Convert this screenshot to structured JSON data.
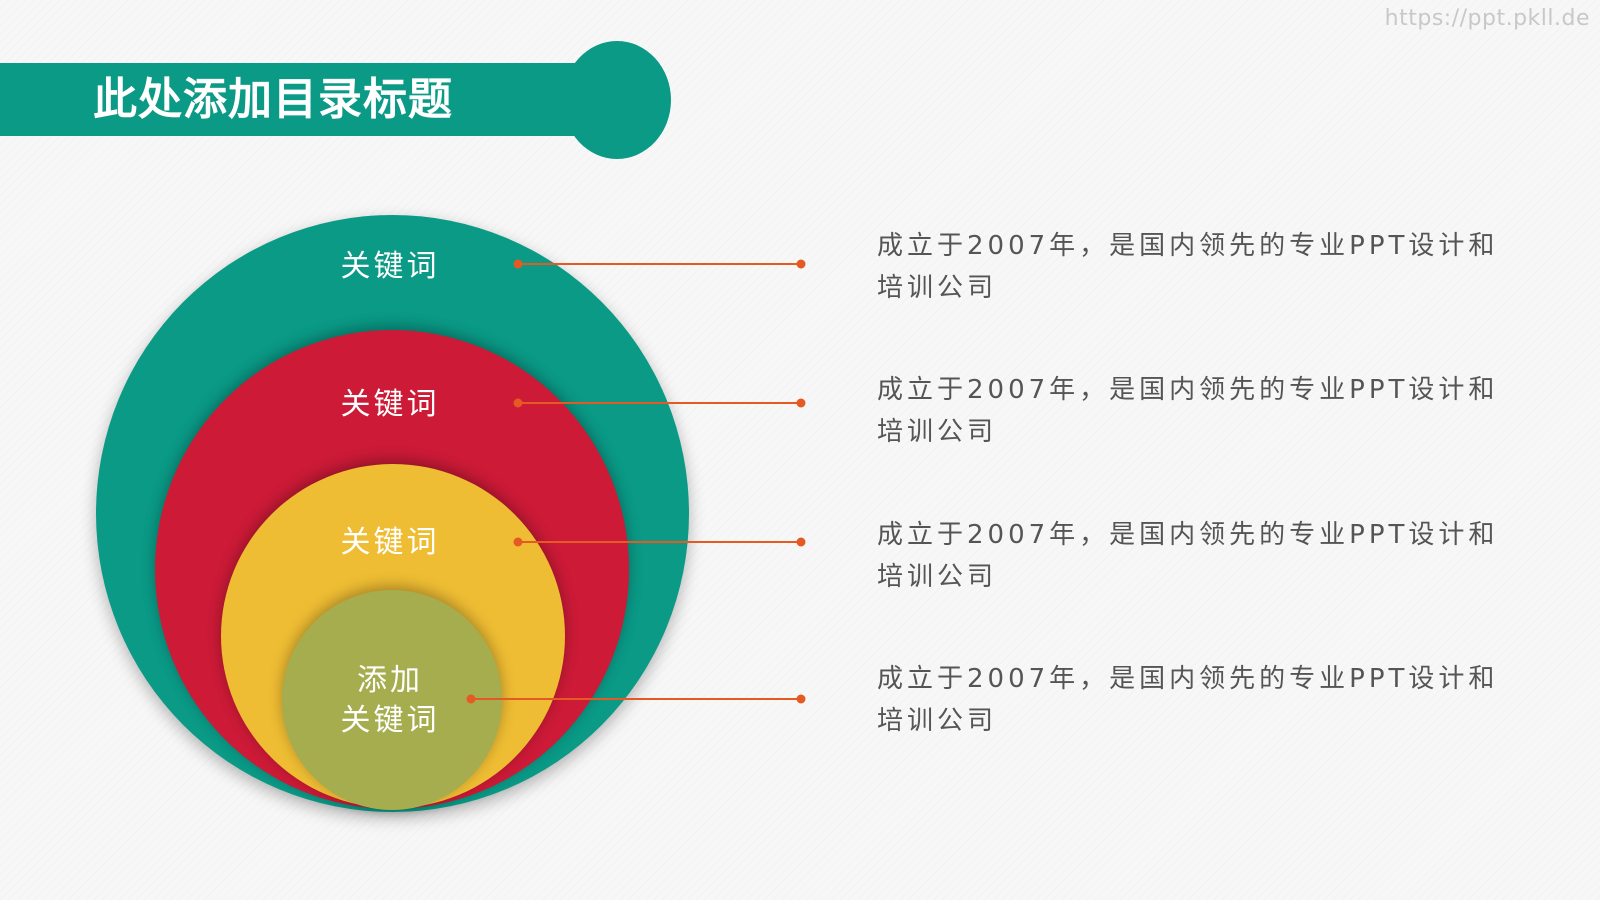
{
  "watermark": "https://ppt.pkll.de",
  "title": "此处添加目录标题",
  "colors": {
    "teal": "#0a9a86",
    "red": "#cc1a37",
    "yellow": "#efbd33",
    "olive": "#a6ad4f",
    "connector": "#e55a22",
    "text": "#555555"
  },
  "rings": [
    {
      "label": "关键词",
      "color": "#0a9a86"
    },
    {
      "label": "关键词",
      "color": "#cc1a37"
    },
    {
      "label": "关键词",
      "color": "#efbd33"
    },
    {
      "label_line1": "添加",
      "label_line2": "关键词",
      "color": "#a6ad4f"
    }
  ],
  "descriptions": [
    "成立于2007年，是国内领先的专业PPT设计和培训公司",
    "成立于2007年，是国内领先的专业PPT设计和培训公司",
    "成立于2007年，是国内领先的专业PPT设计和培训公司",
    "成立于2007年，是国内领先的专业PPT设计和培训公司"
  ]
}
